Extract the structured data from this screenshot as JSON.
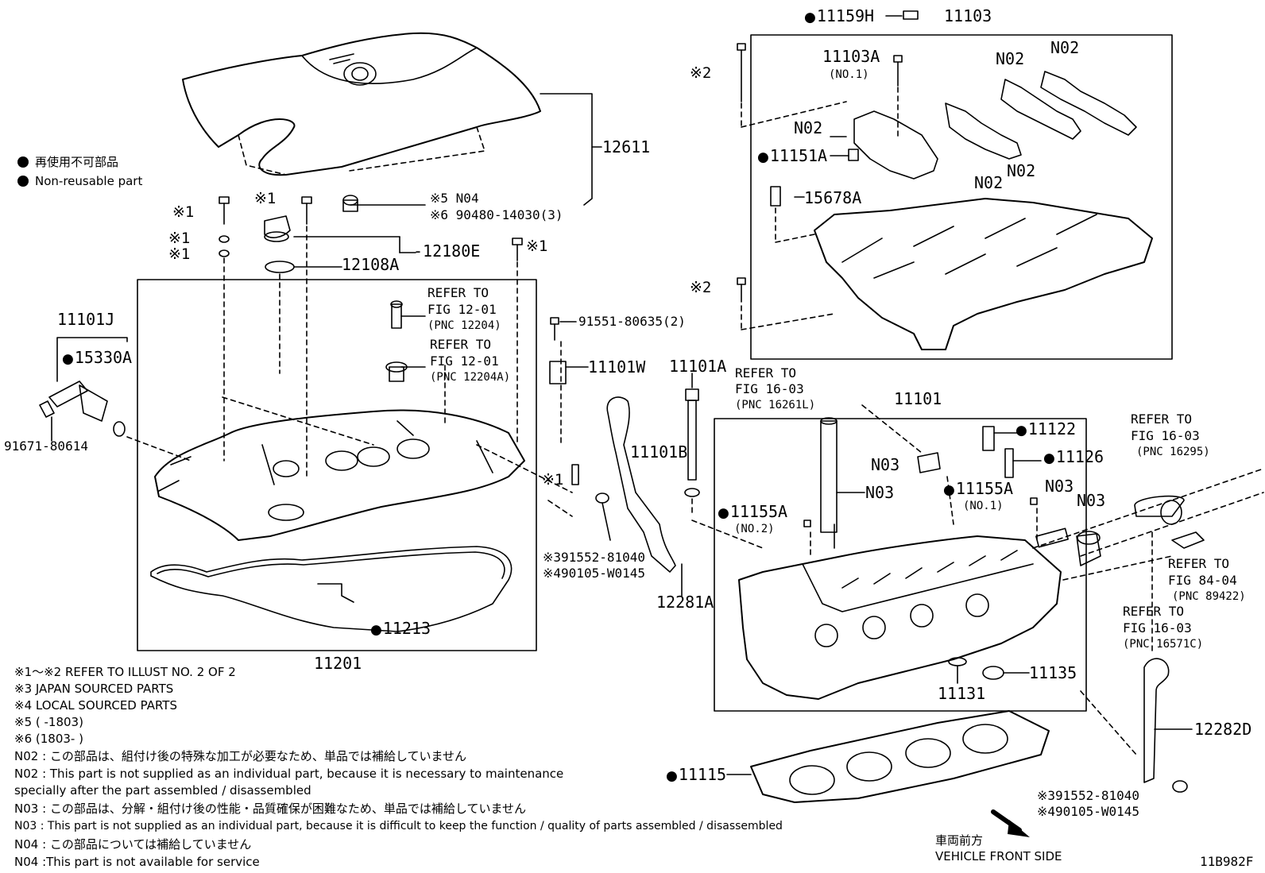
{
  "legend": {
    "jp": "再使用不可部品",
    "en": "Non-reusable part"
  },
  "labels": {
    "p11159H": "11159H",
    "p11103": "11103",
    "p11103A": "11103A",
    "no1_a": "(NO.1)",
    "n02_a": "N02",
    "n02_b": "N02",
    "n02_c": "N02",
    "n02_d": "N02",
    "n02_e": "N02",
    "p11151A": "11151A",
    "p15678A": "15678A",
    "star2_a": "※2",
    "star2_b": "※2",
    "p12611": "12611",
    "star1_a": "※1",
    "star1_b": "※1",
    "star1_c": "※1",
    "star1_d": "※1",
    "star1_e": "※1",
    "star1_f": "※1",
    "star5_n04": "※5 N04",
    "star6_part": "※6 90480-14030(3)",
    "p12108A": "12108A",
    "p12180E": "-12180E",
    "ref1_a": "REFER TO",
    "ref1_b": "FIG 12-01",
    "ref1_c": "(PNC 12204)",
    "ref2_a": "REFER TO",
    "ref2_b": "FIG 12-01",
    "ref2_c": "(PNC 12204A)",
    "p91551": "91551-80635(2)",
    "p11101W": "11101W",
    "p11101J": "11101J",
    "p15330A": "15330A",
    "p91671": "91671-80614",
    "p11101A": "11101A",
    "p11101B": "11101B",
    "ref3_a": "REFER TO",
    "ref3_b": "FIG 16-03",
    "ref3_c": "(PNC 16261L)",
    "p11101": "11101",
    "p11122": "11122",
    "p11126": "11126",
    "n03_a": "N03",
    "n03_b": "N03",
    "n03_c": "N03",
    "n03_d": "N03",
    "p11155A_1": "11155A",
    "no1_b": "(NO.1)",
    "p11155A_2": "11155A",
    "no2": "(NO.2)",
    "ref4_a": "REFER TO",
    "ref4_b": "FIG 16-03",
    "ref4_c": "(PNC 16295)",
    "ref5_a": "REFER TO",
    "ref5_b": "FIG 84-04",
    "ref5_c": "(PNC 89422)",
    "ref6_a": "REFER TO",
    "ref6_b": "FIG 16-03",
    "ref6_c": "(PNC 16571C)",
    "star3_part_a": "※391552-81040",
    "star4_part_a": "※490105-W0145",
    "p12281A": "12281A",
    "p11213": "11213",
    "p11201": "11201",
    "p11135": "11135",
    "p11131": "11131",
    "p12282D": "12282D",
    "p11115": "11115",
    "star3_part_b": "※391552-81040",
    "star4_part_b": "※490105-W0145",
    "front_jp": "車両前方",
    "front_en": "VEHICLE FRONT SIDE",
    "figure_code": "11B982F"
  },
  "notes": [
    "※1～※2  REFER TO ILLUST NO. 2 OF 2",
    "※3 JAPAN SOURCED PARTS",
    "※4 LOCAL SOURCED PARTS",
    "※5 (       -1803)",
    "※6 (1803-       )",
    "N02 : この部品は、組付け後の特殊な加工が必要なため、単品では補給していません",
    "N02 : This part is not supplied as an individual part, because it is necessary to maintenance",
    "         specially after the part assembled / disassembled",
    "N03 : この部品は、分解・組付け後の性能・品質確保が困難なため、単品では補給していません",
    "N03 : This part is not supplied as an individual part, because it is difficult to keep the function / quality of parts  assembled / disassembled",
    "N04 : この部品については補給していません",
    "N04 :This part is not available for service"
  ]
}
